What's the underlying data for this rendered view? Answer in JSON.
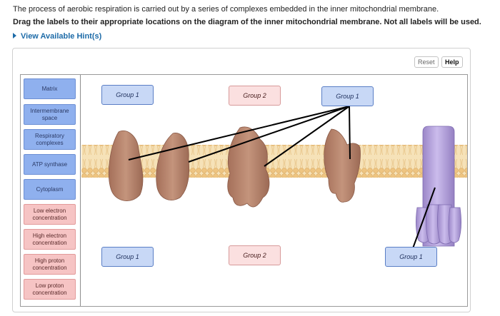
{
  "intro_text": "The process of aerobic respiration is carried out by a series of complexes embedded in the inner mitochondrial membrane.",
  "instruction_text": "Drag the labels to their appropriate locations on the diagram of the inner mitochondrial membrane. Not all labels will be used.",
  "hint_link": "View Available Hint(s)",
  "toolbar": {
    "reset_label": "Reset",
    "help_label": "Help"
  },
  "labels": [
    {
      "text": "Matrix",
      "group": 1
    },
    {
      "text": "Intermembrane space",
      "group": 1
    },
    {
      "text": "Respiratory complexes",
      "group": 1
    },
    {
      "text": "ATP synthase",
      "group": 1
    },
    {
      "text": "Cytoplasm",
      "group": 1
    },
    {
      "text": "Low electron concentration",
      "group": 2
    },
    {
      "text": "High electron concentration",
      "group": 2
    },
    {
      "text": "High proton concentration",
      "group": 2
    },
    {
      "text": "Low proton concentration",
      "group": 2
    }
  ],
  "drop_targets": [
    {
      "text": "Group 1"
    },
    {
      "text": "Group 2"
    },
    {
      "text": "Group 1"
    },
    {
      "text": "Group 1"
    },
    {
      "text": "Group 2"
    },
    {
      "text": "Group 1"
    }
  ],
  "colors": {
    "blue_label": "#8fb0ee",
    "pink_label": "#f6c4c4",
    "group1_target": "#c8d8f6",
    "group2_target": "#fbe0e0",
    "membrane": "#f3d49a",
    "protein_brown": "#b9866d",
    "atp_synthase": "#b7a4dc",
    "hint_link": "#1d6ba8"
  }
}
